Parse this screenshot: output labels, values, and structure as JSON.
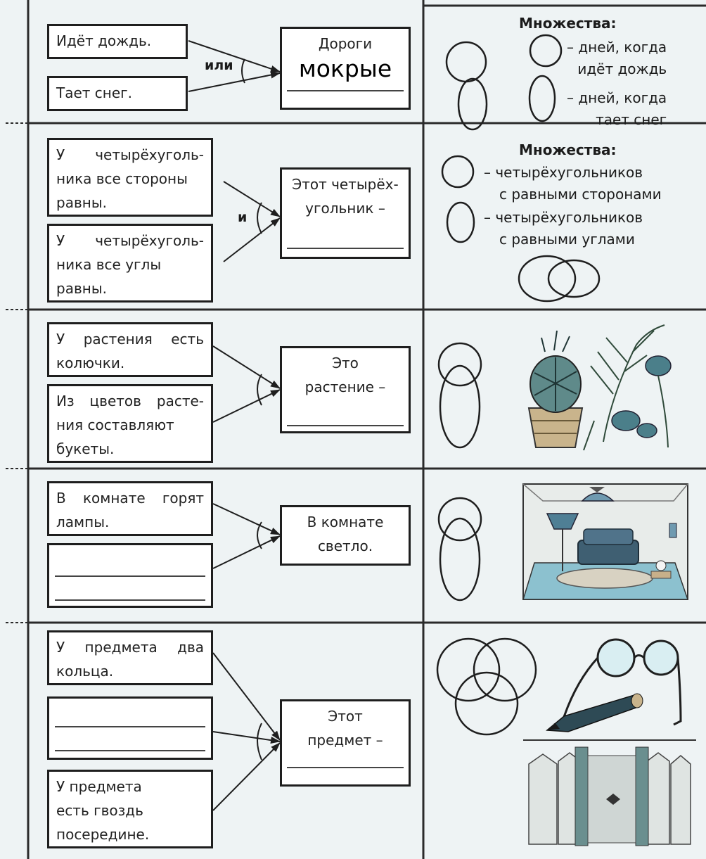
{
  "rows": [
    {
      "premises": [
        {
          "lines": [
            "Идёт дождь."
          ]
        },
        {
          "lines": [
            "Тает снег."
          ]
        }
      ],
      "connective": "или",
      "conclusion": {
        "lines": [
          "Дороги"
        ],
        "handwritten": "мокрые"
      },
      "sets_title": "Множества:",
      "legend": [
        {
          "lines": [
            "– дней, когда",
            "идёт дождь"
          ]
        },
        {
          "lines": [
            "– дней, когда",
            "тает снег"
          ]
        }
      ]
    },
    {
      "premises": [
        {
          "lines": [
            "У четырёхуголь-",
            "ника все стороны",
            "равны."
          ]
        },
        {
          "lines": [
            "У четырёхуголь-",
            "ника все углы",
            "равны."
          ]
        }
      ],
      "connective": "и",
      "conclusion": {
        "lines": [
          "Этот четырёх-",
          "угольник –"
        ]
      },
      "sets_title": "Множества:",
      "legend": [
        {
          "lines": [
            "– четырёхугольников",
            "с равными сторонами"
          ]
        },
        {
          "lines": [
            "– четырёхугольников",
            "с равными углами"
          ]
        }
      ]
    },
    {
      "premises": [
        {
          "lines": [
            "У растения есть",
            "колючки."
          ]
        },
        {
          "lines": [
            "Из цветов расте-",
            "ния составляют",
            "букеты."
          ]
        }
      ],
      "conclusion": {
        "lines": [
          "Это",
          "растение –"
        ]
      },
      "illustration": "plants-illustration"
    },
    {
      "premises": [
        {
          "lines": [
            "В комнате горят",
            "лампы."
          ]
        },
        {
          "lines": []
        }
      ],
      "conclusion": {
        "lines": [
          "В комнате",
          "светло."
        ]
      },
      "illustration": "room-illustration"
    },
    {
      "premises": [
        {
          "lines": [
            "У предмета два",
            "кольца."
          ]
        },
        {
          "lines": []
        },
        {
          "lines": [
            "У предмета",
            "есть гвоздь",
            "посередине."
          ]
        }
      ],
      "conclusion": {
        "lines": [
          "Этот",
          "предмет –"
        ]
      },
      "illustration": "objects-illustration"
    }
  ]
}
